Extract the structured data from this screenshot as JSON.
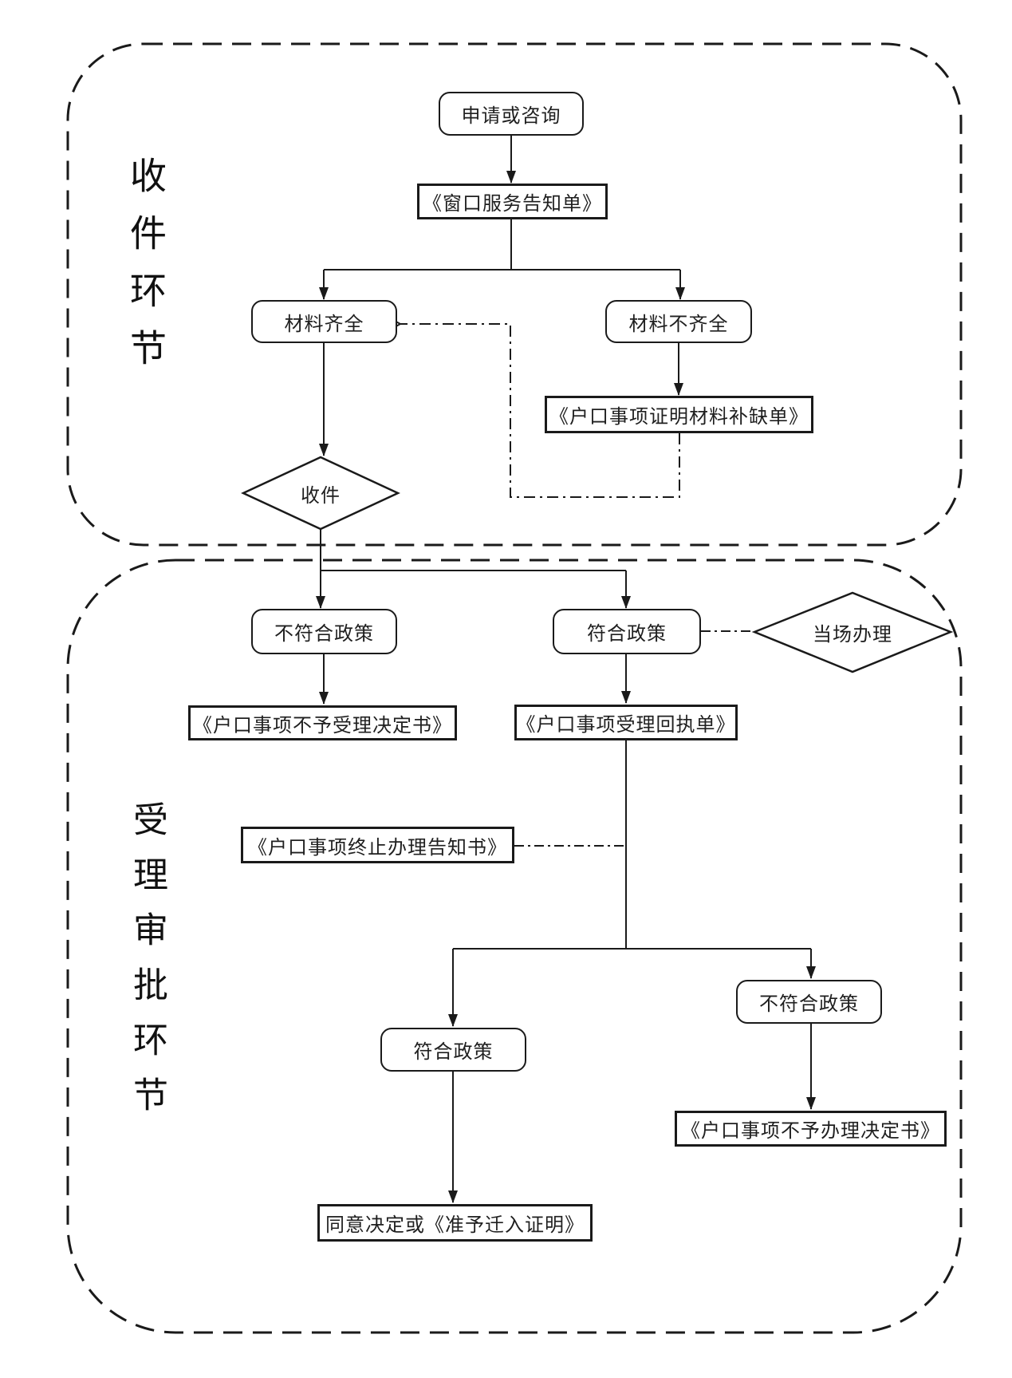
{
  "page": {
    "background": "#ffffff",
    "ink": "#1a1a1a"
  },
  "sections": {
    "receiving": {
      "label": "收件环节"
    },
    "approval": {
      "label": "受理审批环节"
    }
  },
  "nodes": {
    "apply": {
      "label": "申请或咨询"
    },
    "service_notice": {
      "label": "《窗口服务告知单》"
    },
    "materials_complete": {
      "label": "材料齐全"
    },
    "materials_incomplete": {
      "label": "材料不齐全"
    },
    "missing_list": {
      "label": "《户口事项证明材料补缺单》"
    },
    "receive": {
      "label": "收件"
    },
    "policy_no_1": {
      "label": "不符合政策"
    },
    "policy_yes_1": {
      "label": "符合政策"
    },
    "onsite": {
      "label": "当场办理"
    },
    "not_accept_doc": {
      "label": "《户口事项不予受理决定书》"
    },
    "receipt_doc": {
      "label": "《户口事项受理回执单》"
    },
    "terminate_doc": {
      "label": "《户口事项终止办理告知书》"
    },
    "policy_yes_2": {
      "label": "符合政策"
    },
    "policy_no_2": {
      "label": "不符合政策"
    },
    "not_handle_doc": {
      "label": "《户口事项不予办理决定书》"
    },
    "approve_doc": {
      "label": "同意决定或《准予迁入证明》"
    }
  }
}
